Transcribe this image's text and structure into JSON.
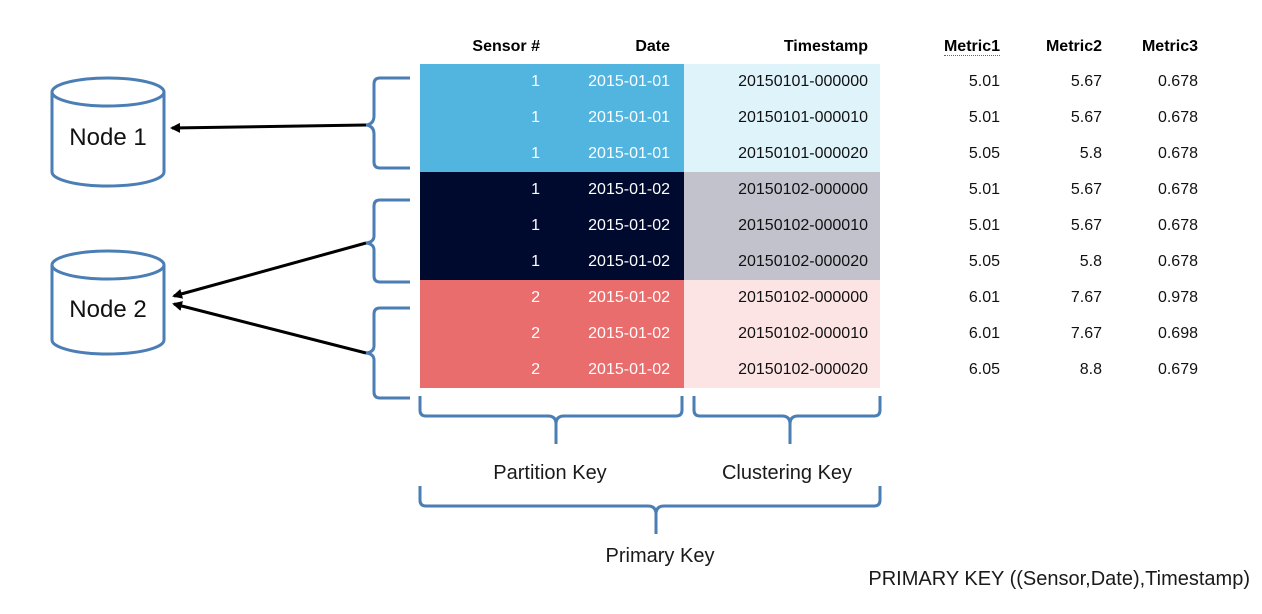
{
  "headers": {
    "sensor": "Sensor #",
    "date": "Date",
    "timestamp": "Timestamp",
    "metric1": "Metric1",
    "metric2": "Metric2",
    "metric3": "Metric3"
  },
  "rows": [
    {
      "sensor": "1",
      "date": "2015-01-01",
      "timestamp": "20150101-000000",
      "m1": "5.01",
      "m2": "5.67",
      "m3": "0.678"
    },
    {
      "sensor": "1",
      "date": "2015-01-01",
      "timestamp": "20150101-000010",
      "m1": "5.01",
      "m2": "5.67",
      "m3": "0.678"
    },
    {
      "sensor": "1",
      "date": "2015-01-01",
      "timestamp": "20150101-000020",
      "m1": "5.05",
      "m2": "5.8",
      "m3": "0.678"
    },
    {
      "sensor": "1",
      "date": "2015-01-02",
      "timestamp": "20150102-000000",
      "m1": "5.01",
      "m2": "5.67",
      "m3": "0.678"
    },
    {
      "sensor": "1",
      "date": "2015-01-02",
      "timestamp": "20150102-000010",
      "m1": "5.01",
      "m2": "5.67",
      "m3": "0.678"
    },
    {
      "sensor": "1",
      "date": "2015-01-02",
      "timestamp": "20150102-000020",
      "m1": "5.05",
      "m2": "5.8",
      "m3": "0.678"
    },
    {
      "sensor": "2",
      "date": "2015-01-02",
      "timestamp": "20150102-000000",
      "m1": "6.01",
      "m2": "7.67",
      "m3": "0.978"
    },
    {
      "sensor": "2",
      "date": "2015-01-02",
      "timestamp": "20150102-000010",
      "m1": "6.01",
      "m2": "7.67",
      "m3": "0.698"
    },
    {
      "sensor": "2",
      "date": "2015-01-02",
      "timestamp": "20150102-000020",
      "m1": "6.05",
      "m2": "8.8",
      "m3": "0.679"
    }
  ],
  "groups": [
    {
      "partition_color": "#52b5e0",
      "clustering_color": "#dff3fb",
      "partition_text": "#ffffff",
      "node": "Node 1"
    },
    {
      "partition_color": "#000a2e",
      "clustering_color": "#c2c2cc",
      "partition_text": "#ffffff",
      "node": "Node 2"
    },
    {
      "partition_color": "#ea6d6d",
      "clustering_color": "#fce4e4",
      "partition_text": "#ffffff",
      "node": "Node 2"
    }
  ],
  "nodes": {
    "node1": "Node 1",
    "node2": "Node 2"
  },
  "labels": {
    "partition_key": "Partition Key",
    "clustering_key": "Clustering Key",
    "primary_key": "Primary Key",
    "cql": "PRIMARY KEY ((Sensor,Date),Timestamp)"
  },
  "colors": {
    "bracket": "#4a7eb5",
    "arrow": "#000000",
    "node_stroke": "#4a7eb5"
  }
}
